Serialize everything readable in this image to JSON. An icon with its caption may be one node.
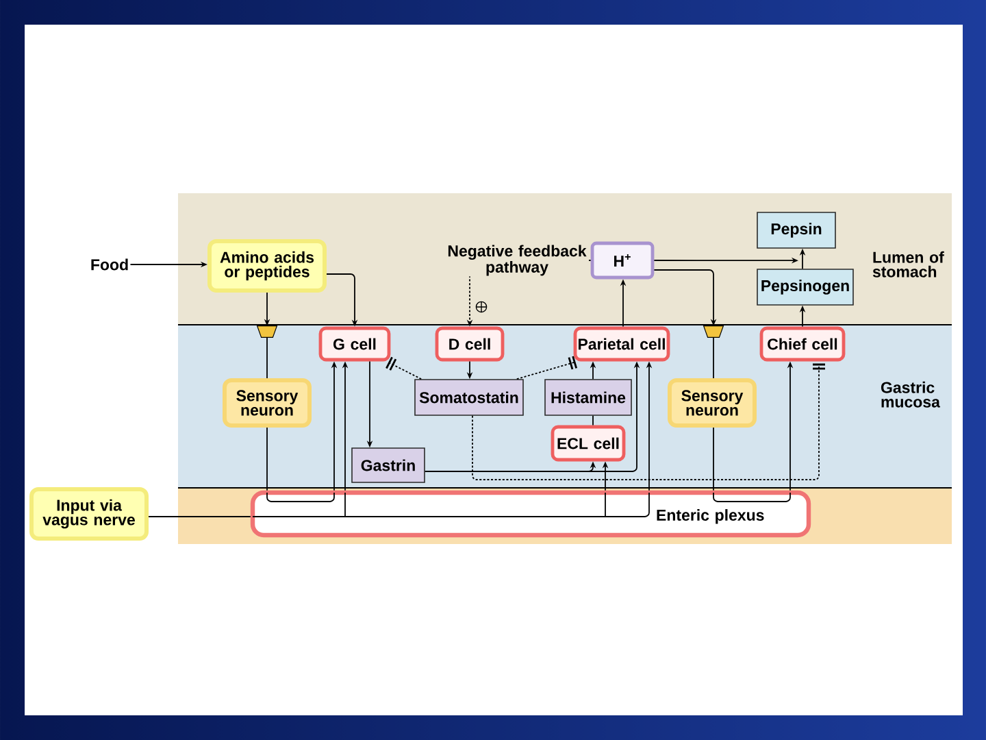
{
  "diagram": {
    "nodes": [
      {
        "text": [
          "Lumen of stomach"
        ]
      },
      {
        "text": [
          "Food"
        ]
      },
      {
        "text": [
          "Amino acids or peptides"
        ],
        "in": 0
      },
      {
        "text": [
          "H$^{+}$"
        ],
        "in": 0
      },
      {
        "text": [
          "Pepsin"
        ],
        "in": 0
      },
      {
        "text": [
          "Pepsinogen"
        ],
        "in": 0
      },
      {
        "text": [
          "Gastric mucosa"
        ]
      },
      {
        "text": [],
        "shape": "trapezoid",
        "in": 6
      },
      {
        "text": [
          "G cell"
        ],
        "in": 6
      },
      {
        "text": [
          "D cell"
        ],
        "in": 6
      },
      {
        "text": [
          "Parietal cell"
        ],
        "in": 6
      },
      {
        "text": [],
        "shape": "trapezoid",
        "in": 6
      },
      {
        "text": [
          "Chief cell"
        ],
        "in": 6
      },
      {
        "text": [
          "Sensory neuron"
        ],
        "in": 6
      },
      {
        "text": [
          "Somatostatin"
        ],
        "in": 6
      },
      {
        "text": [
          "Histamine"
        ],
        "in": 6
      },
      {
        "text": [
          "Sensory neuron"
        ],
        "in": 6
      },
      {
        "text": [
          "ECL cell"
        ],
        "in": 6
      },
      {
        "text": [
          "Gastrin"
        ],
        "in": 6
      },
      {
        "text": [
          "Input via vagus nerve"
        ]
      },
      {
        "text": [],
        "shape": "band"
      },
      {
        "text": [
          "Enteric plexus"
        ],
        "in": 20
      }
    ],
    "edges": [
      {
        "from": 1,
        "to": 2,
        "arrow": "to"
      },
      {
        "from": 2,
        "to": 8,
        "arrow": "to"
      },
      {
        "from": 2,
        "to": 7,
        "arrow": "to"
      },
      {
        "from": 7,
        "to": 13,
        "arrow": "none"
      },
      {
        "from": 13,
        "to": 21,
        "arrow": "none"
      },
      {
        "from": 21,
        "to": 8,
        "arrow": "to"
      },
      {
        "from": 19,
        "to": 21,
        "arrow": "none"
      },
      {
        "from": 21,
        "to": 8,
        "arrow": "to"
      },
      {
        "from": 21,
        "to": 17,
        "arrow": "to"
      },
      {
        "from": 21,
        "to": 10,
        "arrow": "to"
      },
      {
        "from": 8,
        "to": 18,
        "arrow": "to"
      },
      {
        "from": 18,
        "to": 17,
        "arrow": "to"
      },
      {
        "from": 18,
        "to": 10,
        "arrow": "to"
      },
      {
        "from": 9,
        "to": 14,
        "arrow": "to"
      },
      {
        "from": 14,
        "to": 8,
        "arrow": "other",
        "style": "dashed"
      },
      {
        "from": 14,
        "to": 10,
        "arrow": "other",
        "style": "dashed"
      },
      {
        "from": 14,
        "to": 12,
        "arrow": "other",
        "style": "dashed"
      },
      {
        "from": 3,
        "to": 9,
        "arrow": "to",
        "style": "dashed",
        "label": "Negative feedback pathway"
      },
      {
        "from": 10,
        "to": 3,
        "arrow": "to"
      },
      {
        "from": 17,
        "to": 15,
        "arrow": "none"
      },
      {
        "from": 15,
        "to": 10,
        "arrow": "to"
      },
      {
        "from": 3,
        "to": 5,
        "arrow": "to"
      },
      {
        "from": 3,
        "to": 11,
        "arrow": "to"
      },
      {
        "from": 11,
        "to": 16,
        "arrow": "none"
      },
      {
        "from": 16,
        "to": 21,
        "arrow": "none"
      },
      {
        "from": 21,
        "to": 12,
        "arrow": "to"
      },
      {
        "from": 12,
        "to": 5,
        "arrow": "to"
      },
      {
        "from": 5,
        "to": 4,
        "arrow": "to"
      }
    ]
  }
}
